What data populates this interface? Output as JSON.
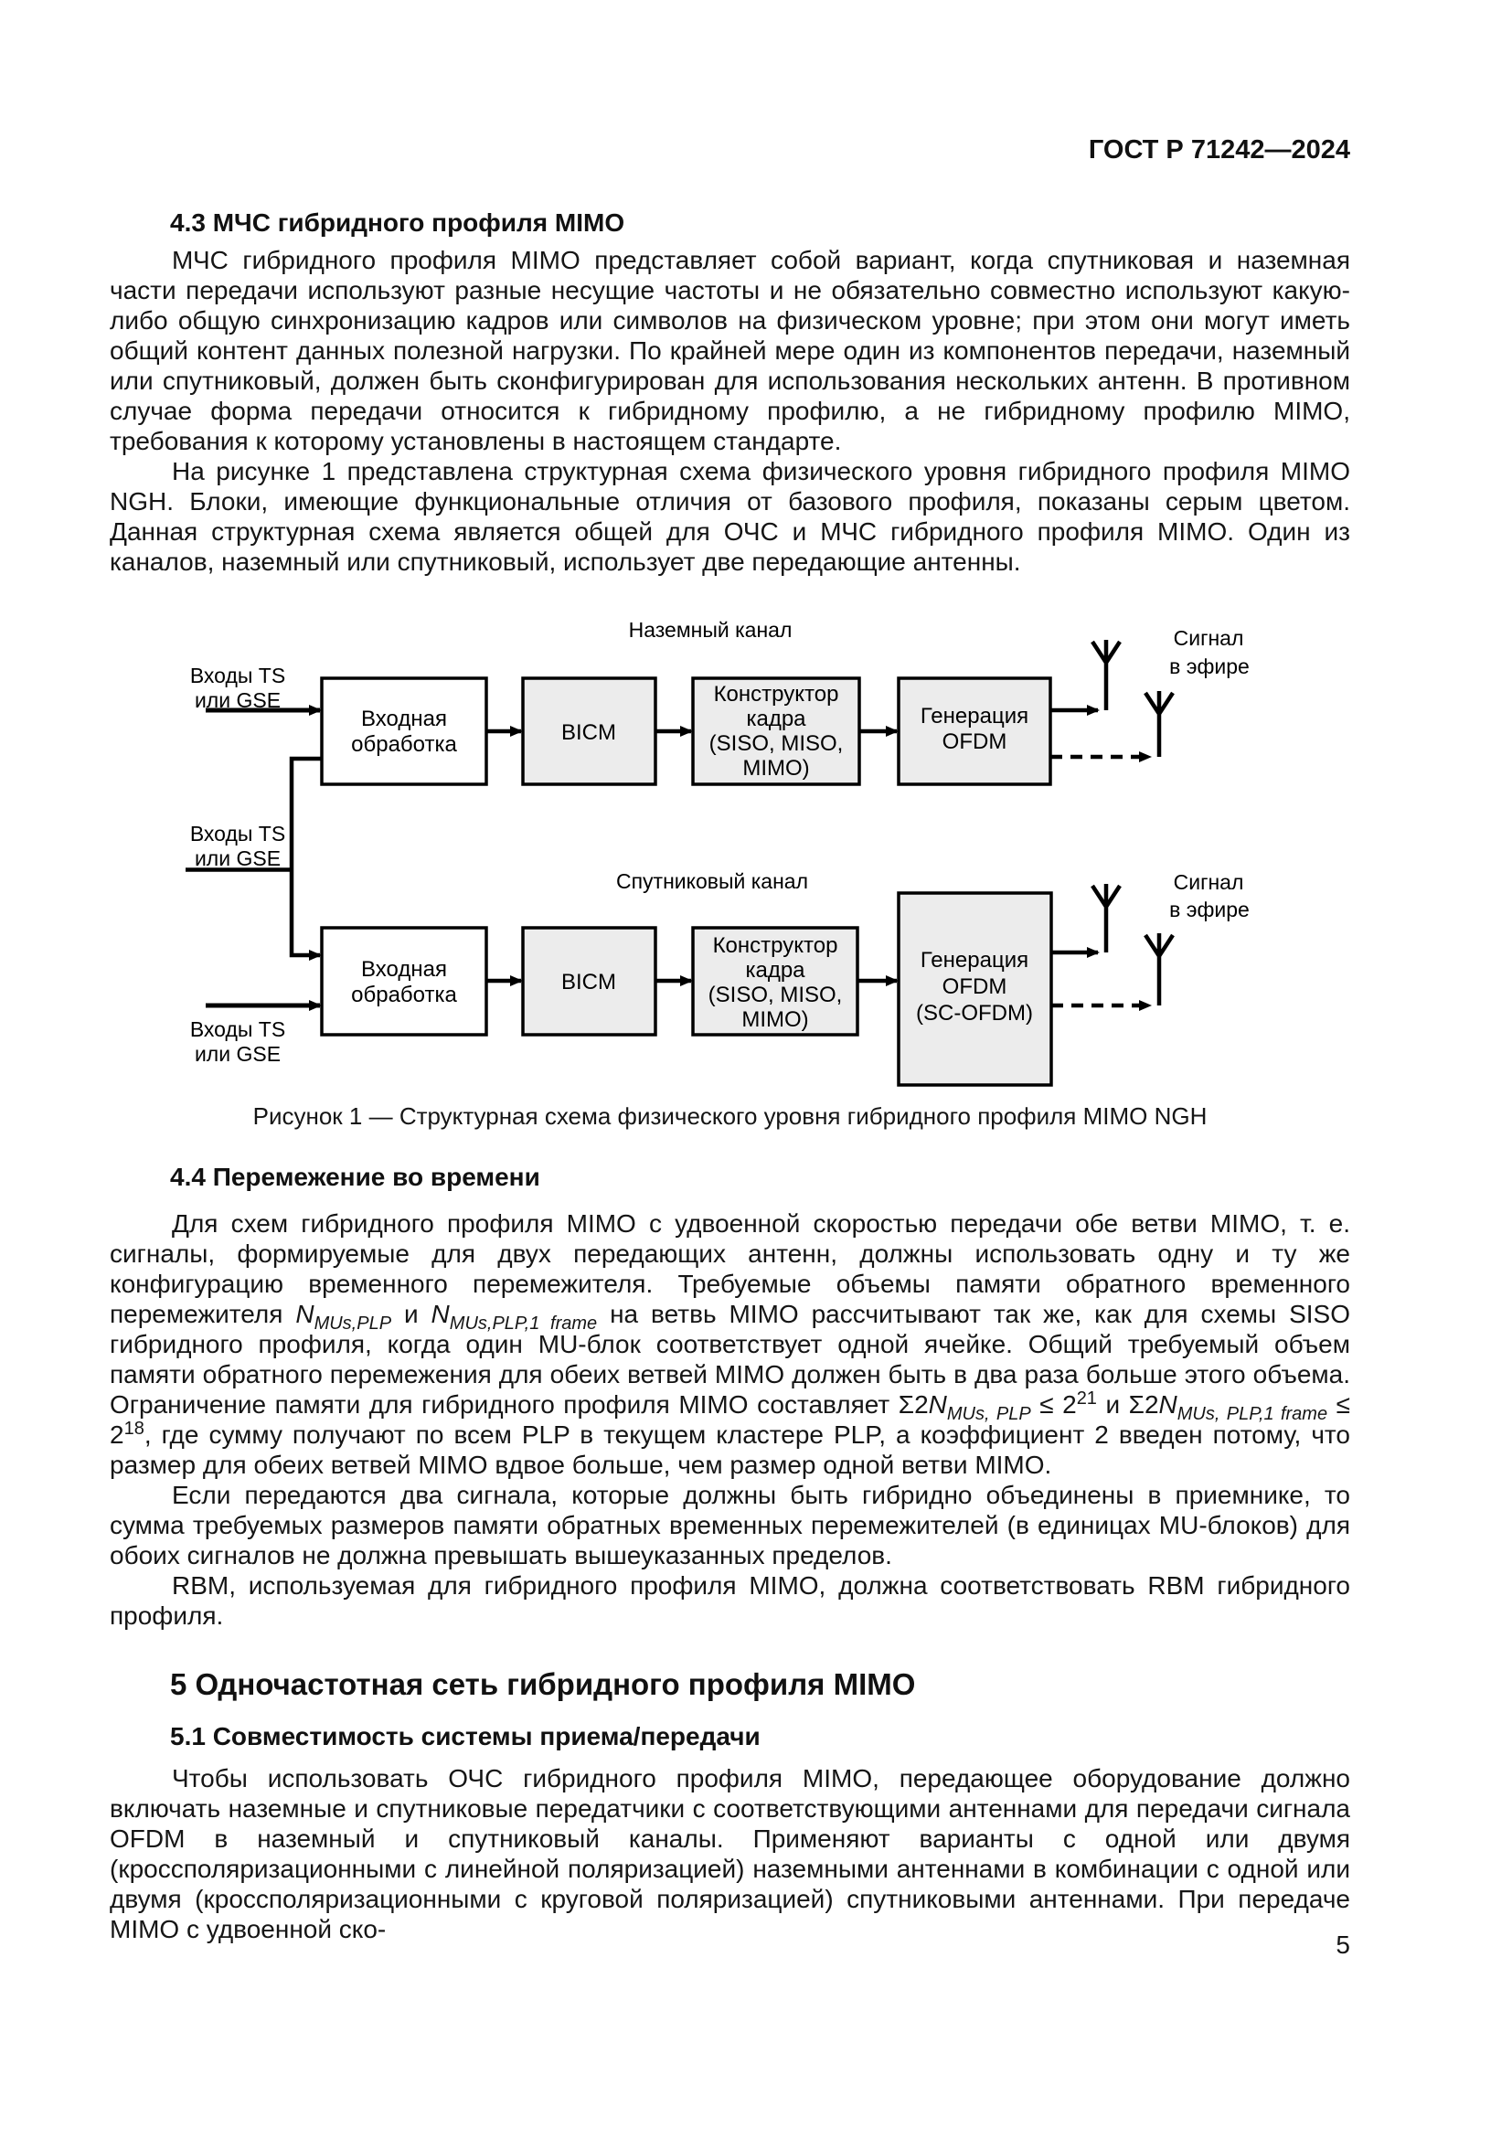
{
  "page": {
    "header": "ГОСТ Р 71242—2024",
    "number": "5"
  },
  "s43": {
    "title": "4.3 МЧС гибридного профиля MIMO",
    "p1": "МЧС гибридного профиля MIMO представляет собой вариант, когда спутниковая и наземная части передачи используют разные несущие частоты и не обязательно совместно используют какую-либо общую синхронизацию кадров или символов на физическом уровне; при этом они могут иметь общий контент данных полезной нагрузки. По крайней мере один из компонентов передачи, наземный или спутниковый, должен быть сконфигурирован для использования нескольких антенн. В противном случае форма передачи относится к гибридному профилю, а не гибридному профилю MIMO, требования к которому установлены в настоящем стандарте.",
    "p2": "На рисунке 1 представлена структурная схема физического уровня гибридного профиля MIMO NGH. Блоки, имеющие функциональные отличия от базового профиля, показаны серым цветом. Данная структурная схема является общей для ОЧС и МЧС гибридного профиля MIMO. Один из каналов, наземный или спутниковый, использует две передающие антенны."
  },
  "figure": {
    "terrestrial_channel": "Наземный канал",
    "satellite_channel": "Спутниковый канал",
    "input_line1": "Входы TS",
    "input_line2": "или GSE",
    "signal_line1": "Сигнал",
    "signal_line2": "в эфире",
    "box_input_1": "Входная",
    "box_input_2": "обработка",
    "box_bicm": "BICM",
    "box_frame_1": "Конструктор",
    "box_frame_2": "кадра",
    "box_frame_3": "(SISO, MISO,",
    "box_frame_4": "MIMO)",
    "box_ofdm_1": "Генерация",
    "box_ofdm_2": "OFDM",
    "box_ofdm_sat_3": "(SC-OFDM)",
    "block_fill": "#ececec",
    "line_color": "#000000",
    "caption": "Рисунок 1 — Структурная схема физического уровня гибридного профиля MIMO NGH"
  },
  "s44": {
    "title": "4.4 Перемежение во времени",
    "p1": [
      {
        "t": "n",
        "v": "Для схем гибридного профиля MIMO с удвоенной скоростью передачи обе ветви MIMO, т. е. сигналы, формируемые для двух передающих антенн, должны использовать одну и ту же конфигурацию временного перемежителя. Требуемые объемы памяти обратного временного перемежителя "
      },
      {
        "t": "i",
        "v": "N"
      },
      {
        "t": "sub",
        "v": "MUs,PLP"
      },
      {
        "t": "n",
        "v": " и "
      },
      {
        "t": "i",
        "v": "N"
      },
      {
        "t": "sub",
        "v": "MUs,PLP,1 frame"
      },
      {
        "t": "n",
        "v": " на ветвь MIMO рассчитывают так же, как для схемы SISO гибридного профиля, когда один MU-блок соответствует одной ячейке. Общий требуемый объем памяти обратного перемежения для обеих ветвей MIMO должен быть в два раза больше этого объема. Ограничение памяти для гибридного профиля MIMO составляет Σ2"
      },
      {
        "t": "i",
        "v": "N"
      },
      {
        "t": "sub",
        "v": "MUs, PLP"
      },
      {
        "t": "n",
        "v": " ≤ 2"
      },
      {
        "t": "sup",
        "v": "21"
      },
      {
        "t": "n",
        "v": " и Σ2"
      },
      {
        "t": "i",
        "v": "N"
      },
      {
        "t": "sub",
        "v": "MUs, PLP,1 frame"
      },
      {
        "t": "n",
        "v": " ≤ 2"
      },
      {
        "t": "sup",
        "v": "18"
      },
      {
        "t": "n",
        "v": ", где сумму получают по всем PLP в текущем кластере PLP, а коэффициент 2 введен потому, что размер для обеих ветвей MIMO вдвое больше, чем размер одной ветви MIMO."
      }
    ],
    "p2": "Если передаются два сигнала, которые должны быть гибридно объединены в приемнике, то сумма требуемых размеров памяти обратных временных перемежителей (в единицах MU-блоков) для обоих сигналов не должна превышать вышеуказанных пределов.",
    "p3": "RBM, используемая для гибридного профиля MIMO, должна соответствовать RBM гибридного профиля."
  },
  "s5": {
    "title": "5 Одночастотная сеть гибридного профиля MIMO",
    "s51_title": "5.1 Совместимость системы приема/передачи",
    "p1": "Чтобы использовать ОЧС гибридного профиля MIMO, передающее оборудование должно включать наземные и спутниковые передатчики с соответствующими антеннами для передачи сигнала OFDM в наземный и спутниковый каналы. Применяют варианты с одной или двумя (кроссполяризационными с линейной поляризацией) наземными антеннами в комбинации с одной или двумя (кроссполяризационными с круговой поляризацией) спутниковыми антеннами. При передаче MIMO с удвоенной ско-"
  }
}
